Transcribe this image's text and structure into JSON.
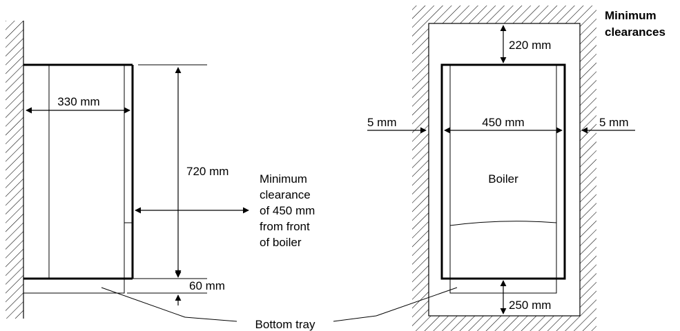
{
  "side_view": {
    "width_label": "330 mm",
    "height_label": "720 mm",
    "tray_label": "60 mm",
    "front_clearance_lines": [
      "Minimum",
      "clearance",
      "of 450 mm",
      "from front",
      "of boiler"
    ]
  },
  "front_view": {
    "title_lines": [
      "Minimum",
      "clearances"
    ],
    "top_label": "220 mm",
    "width_label": "450 mm",
    "left_label": "5 mm",
    "right_label": "5 mm",
    "boiler_label": "Boiler",
    "bottom_label": "250 mm"
  },
  "bottom_tray_label": "Bottom tray"
}
